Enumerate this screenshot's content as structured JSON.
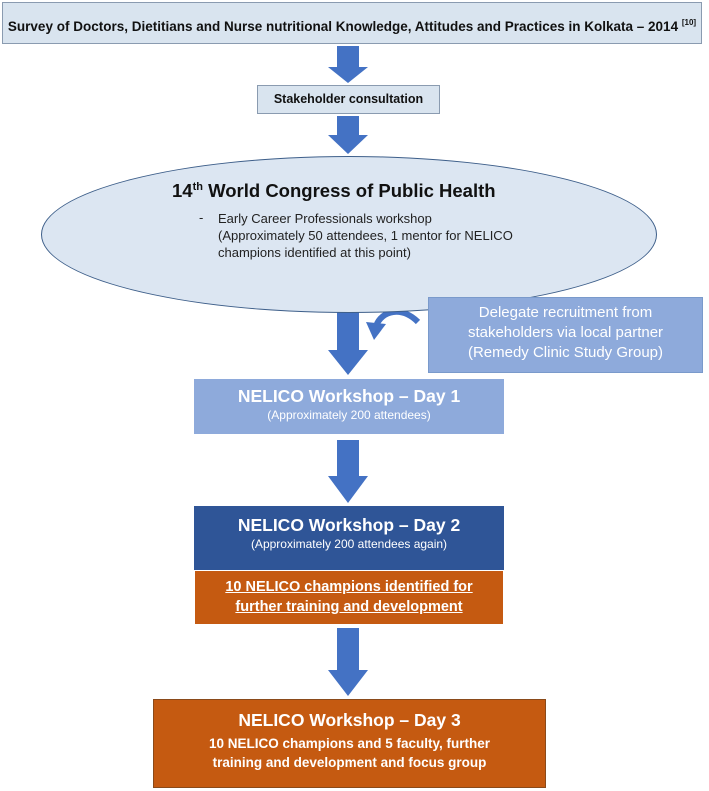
{
  "survey": {
    "text": "Survey of Doctors, Dietitians and Nurse nutritional Knowledge, Attitudes and Practices in Kolkata – 2014",
    "ref": "[10]"
  },
  "stakeholder": {
    "text": "Stakeholder consultation"
  },
  "congress": {
    "title_prefix": "14",
    "title_sup": "th",
    "title_rest": " World Congress of Public Health",
    "dash": "-",
    "item_line1": "Early Career Professionals workshop",
    "item_line2": "(Approximately 50 attendees, 1 mentor for NELICO champions identified at this point)"
  },
  "delegate": {
    "line1": "Delegate recruitment from",
    "line2": "stakeholders via local partner",
    "line3": "(Remedy Clinic Study Group)"
  },
  "day1": {
    "title": "NELICO Workshop – Day 1",
    "sub": "(Approximately 200 attendees)"
  },
  "day2": {
    "title": "NELICO Workshop – Day 2",
    "sub": "(Approximately 200 attendees again)"
  },
  "champions": {
    "line1": "10 NELICO champions identified for",
    "line2": "further training and development"
  },
  "day3": {
    "title": "NELICO Workshop – Day 3",
    "line1": "10 NELICO champions and 5 faculty, further",
    "line2": "training and development and focus group"
  },
  "colors": {
    "light_box": "#d9e4ef",
    "ellipse": "#dce6f2",
    "light_blue": "#8eaadb",
    "dark_blue": "#2f5597",
    "orange": "#c55a11",
    "arrow": "#4472c4"
  }
}
